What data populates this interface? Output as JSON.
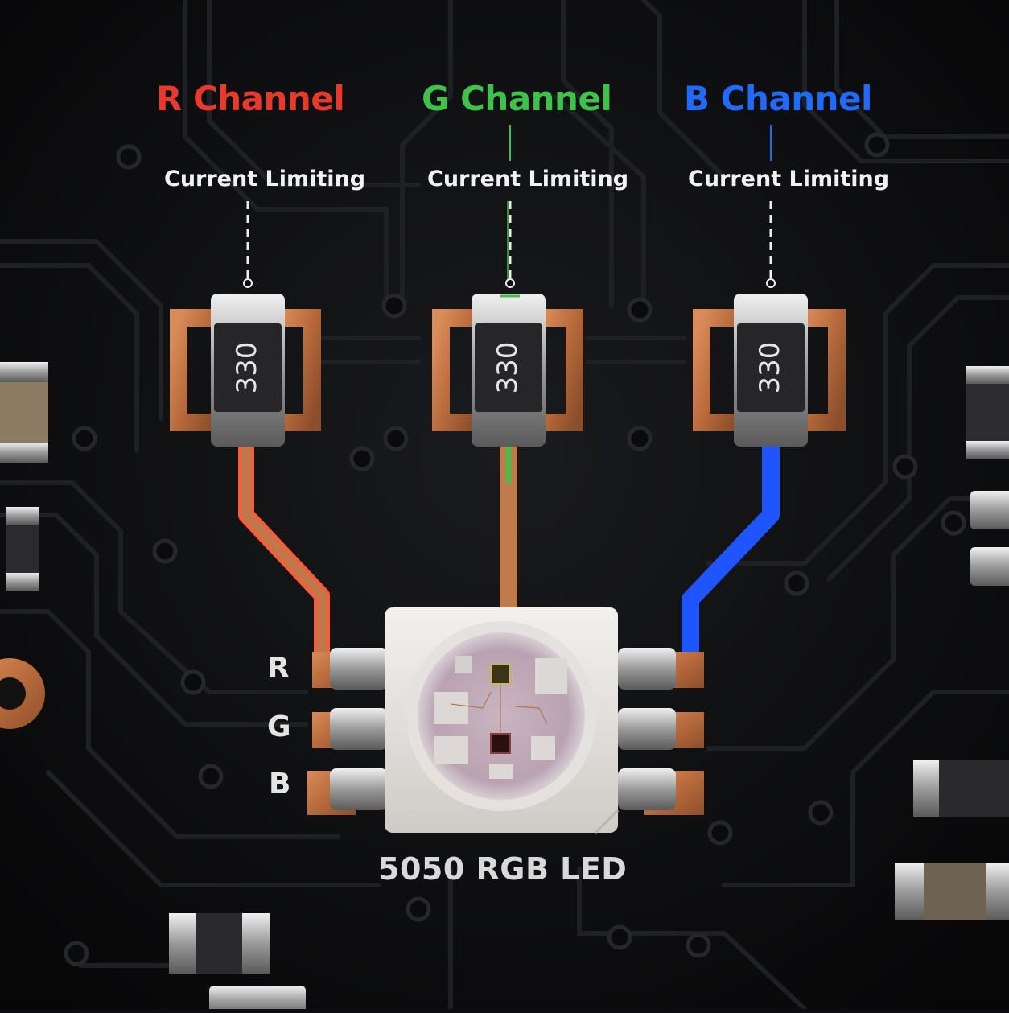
{
  "channels": [
    {
      "label": "R Channel",
      "note": "Current Limiting",
      "resistor_code": "330",
      "color": "#e8392b"
    },
    {
      "label": "G Channel",
      "note": "Current Limiting",
      "resistor_code": "330",
      "color": "#3ec24a"
    },
    {
      "label": "B Channel",
      "note": "Current Limiting",
      "resistor_code": "330",
      "color": "#1f6bff"
    }
  ],
  "pins": [
    "R",
    "G",
    "B"
  ],
  "led": {
    "label": "5050 RGB LED"
  },
  "colors": {
    "board": "#0d0d0f",
    "copper": "#c0784a",
    "text": "#f2f2f2"
  }
}
